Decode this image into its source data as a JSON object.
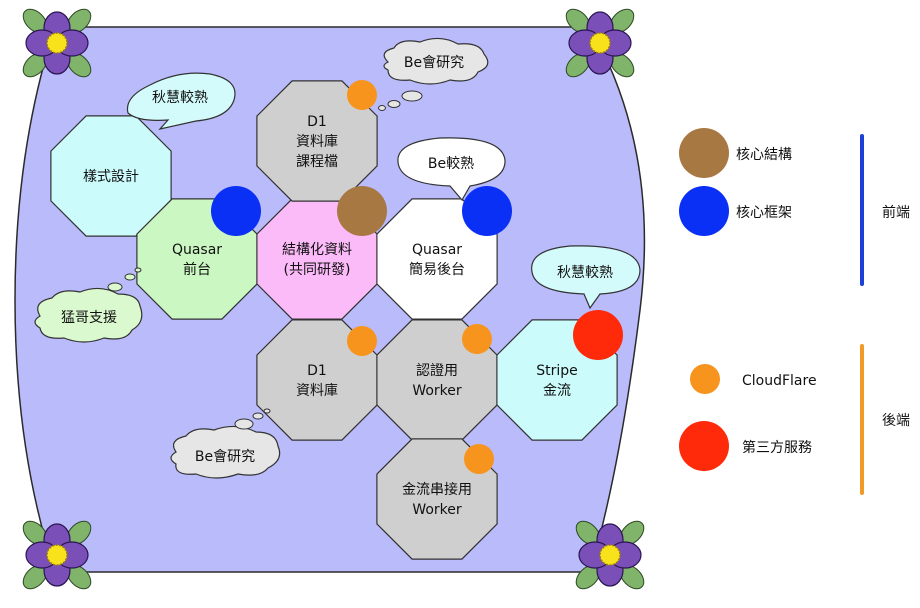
{
  "colors": {
    "board": "#babbfb",
    "board_stroke": "#2b2b2b",
    "styling": "#cbfbfb",
    "quasar_front": "#cbf7c2",
    "structured_data": "#fbbaf8",
    "quasar_backend": "#ffffff",
    "gray_node": "#cfcfcf",
    "stripe": "#cbfbfb",
    "core_structure": "#a87843",
    "core_framework": "#0a2ff5",
    "cloudflare": "#f7941d",
    "third_party": "#ff2a0a",
    "front_line": "#1a40d8",
    "back_line": "#f09a2a",
    "bubble_cyan": "#d4fbfb",
    "bubble_white": "#ffffff",
    "bubble_gray": "#e6e6e6",
    "cloud_green": "#dbf9cf"
  },
  "nodes": {
    "styling": [
      "樣式設計"
    ],
    "quasar_front": [
      "Quasar",
      "前台"
    ],
    "structured_data": [
      "結構化資料",
      "(共同研發)"
    ],
    "quasar_backend": [
      "Quasar",
      "簡易後台"
    ],
    "d1_course": [
      "D1",
      "資料庫",
      "課程檔"
    ],
    "d1_db": [
      "D1",
      "資料庫"
    ],
    "auth_worker": [
      "認證用",
      "Worker"
    ],
    "stripe": [
      "Stripe",
      "金流"
    ],
    "payment_worker": [
      "金流串接用",
      "Worker"
    ]
  },
  "bubbles": {
    "qiuhui_styling": "秋慧較熟",
    "be_research_top": "Be會研究",
    "be_familiar": "Be較熟",
    "qiuhui_stripe": "秋慧較熟",
    "meng_support": "猛哥支援",
    "be_research_bottom": "Be會研究"
  },
  "legend": {
    "core_structure": "核心結構",
    "core_framework": "核心框架",
    "cloudflare": "CloudFlare",
    "third_party": "第三方服務",
    "frontend": "前端",
    "backend": "後端"
  }
}
